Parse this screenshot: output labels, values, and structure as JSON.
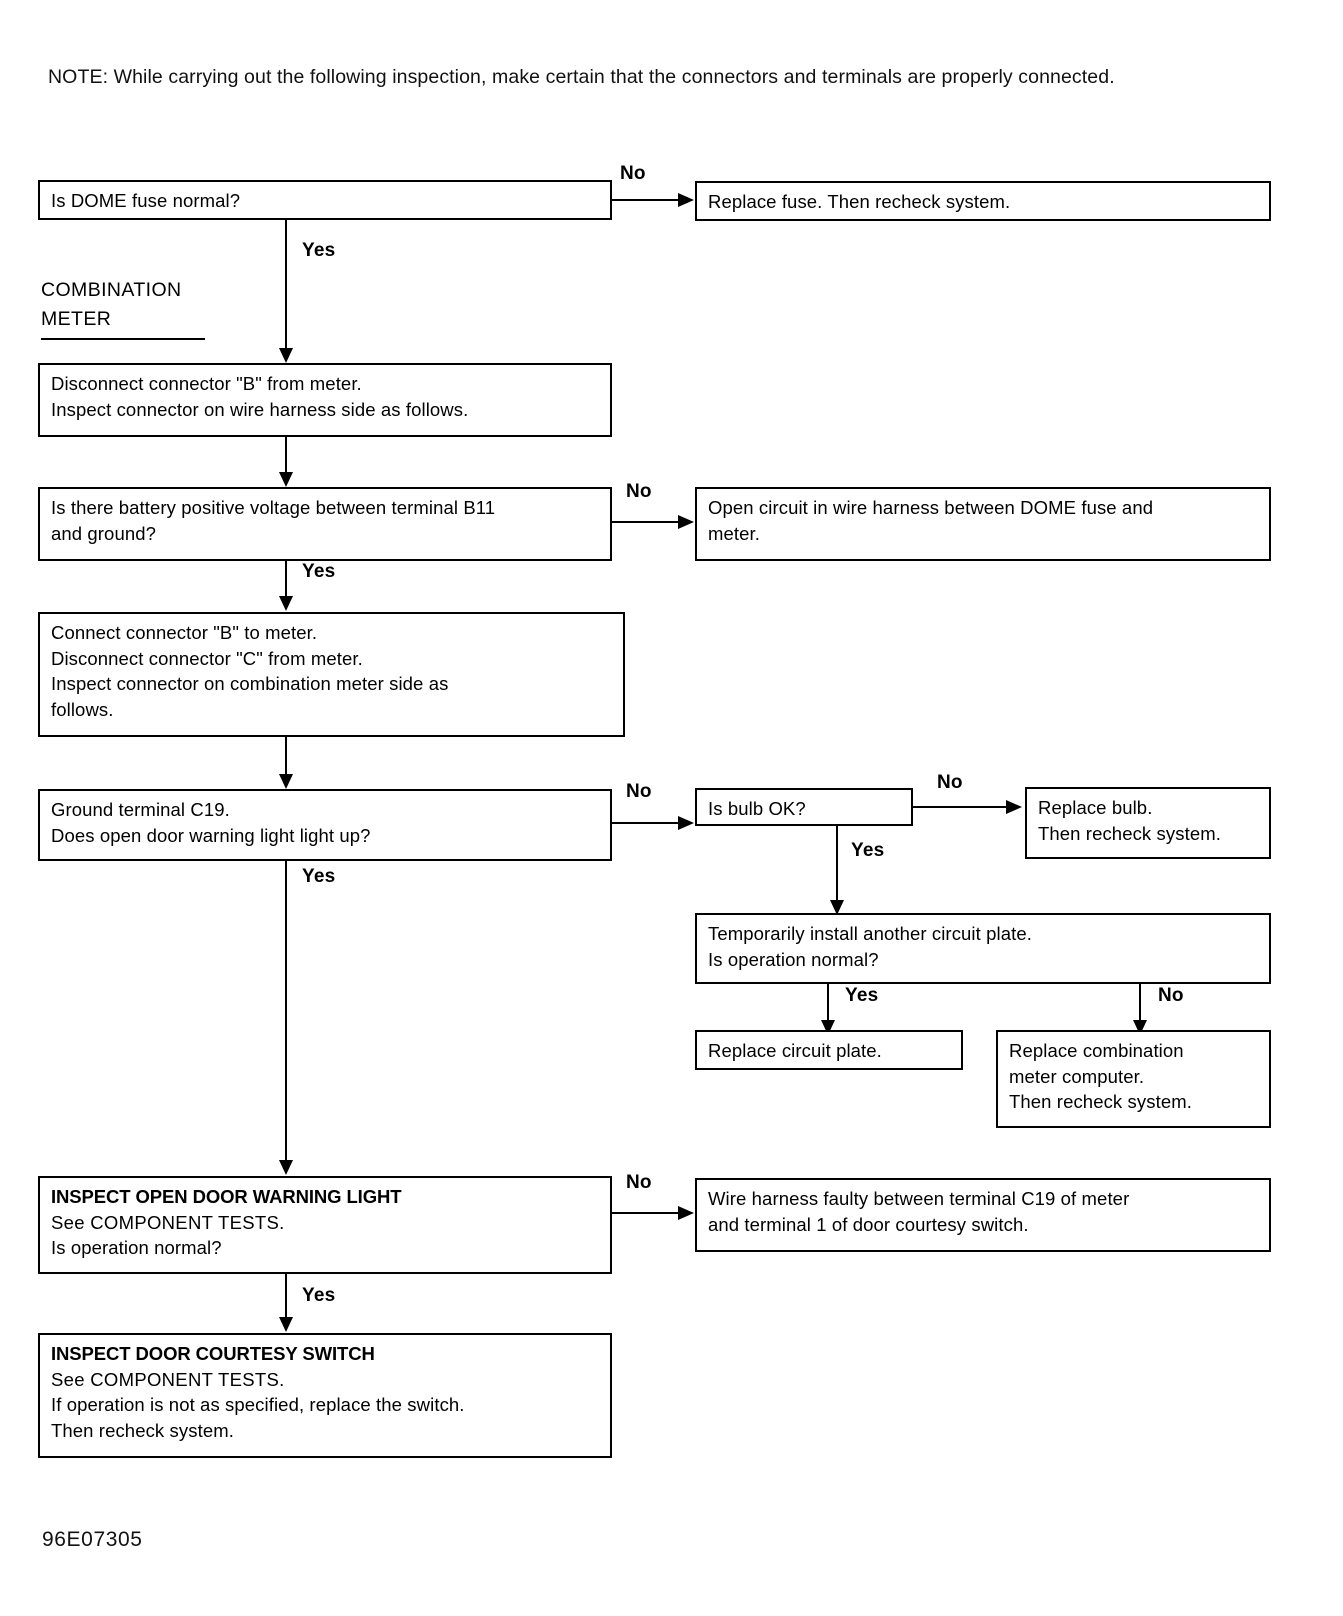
{
  "note": {
    "label": "NOTE:",
    "text": "NOTE:  While carrying out the following inspection, make certain that the connectors and terminals are properly connected."
  },
  "section_heading": {
    "line1": "COMBINATION",
    "line2": "METER"
  },
  "footer": {
    "code": "96E07305"
  },
  "edge_labels": {
    "no1": "No",
    "yes1": "Yes",
    "no2": "No",
    "yes2": "Yes",
    "no3": "No",
    "yes3": "Yes",
    "no4": "No",
    "yes4": "Yes",
    "yes5": "Yes",
    "no5": "No",
    "no6": "No",
    "yes6": "Yes"
  },
  "boxes": {
    "dome_fuse": {
      "lines": [
        "Is DOME fuse normal?"
      ]
    },
    "replace_fuse": {
      "lines": [
        "Replace fuse. Then recheck system."
      ]
    },
    "disconnect_b": {
      "lines": [
        "Disconnect connector \"B\" from meter.",
        "Inspect connector on wire harness side as follows."
      ]
    },
    "battery_voltage_b11": {
      "lines": [
        "Is there battery positive voltage between terminal B11",
        "and ground?"
      ]
    },
    "open_circuit": {
      "lines": [
        "Open circuit in wire harness between DOME fuse and",
        "meter."
      ]
    },
    "connect_b_disconnect_c": {
      "lines": [
        "Connect connector \"B\" to meter.",
        "Disconnect connector \"C\" from meter.",
        "Inspect connector on combination meter side as",
        "follows."
      ]
    },
    "ground_c19": {
      "lines": [
        "Ground terminal C19.",
        "Does open door warning light light up?"
      ]
    },
    "bulb_ok": {
      "lines": [
        "Is bulb OK?"
      ]
    },
    "replace_bulb": {
      "lines": [
        "Replace bulb.",
        "Then recheck system."
      ]
    },
    "temp_circuit_plate": {
      "lines": [
        "Temporarily install another circuit plate.",
        "Is operation normal?"
      ]
    },
    "replace_circuit_plate": {
      "lines": [
        "Replace circuit plate."
      ]
    },
    "replace_meter_computer": {
      "lines": [
        "Replace combination",
        "meter computer.",
        "Then recheck system."
      ]
    },
    "inspect_warning_light": {
      "lines": [
        "INSPECT OPEN DOOR WARNING LIGHT",
        "See COMPONENT TESTS.",
        "Is operation normal?"
      ],
      "styles": [
        "bold",
        "light",
        "normal"
      ]
    },
    "wire_harness_faulty": {
      "lines": [
        "Wire harness faulty between terminal C19 of meter",
        "and terminal 1 of door courtesy switch."
      ]
    },
    "inspect_courtesy_switch": {
      "lines": [
        "INSPECT DOOR COURTESY SWITCH",
        "See COMPONENT TESTS.",
        "If operation is not as specified, replace the switch.",
        "Then recheck system."
      ],
      "styles": [
        "bold",
        "light",
        "normal",
        "normal"
      ]
    }
  }
}
